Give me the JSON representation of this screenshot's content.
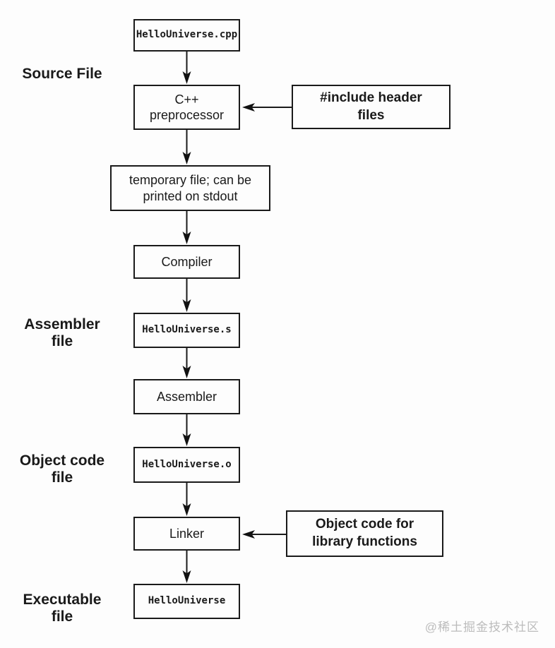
{
  "watermark": "@稀土掘金技术社区",
  "side_labels": {
    "source": "Source File",
    "assembler": "Assembler\nfile",
    "object_code": "Object code\nfile",
    "executable": "Executable\nfile"
  },
  "nodes": {
    "source_file": "HelloUniverse.cpp",
    "preprocessor": "C++\npreprocessor",
    "include_headers": "#include header\nfiles",
    "temp_file": "temporary file; can be\nprinted on stdout",
    "compiler": "Compiler",
    "assembler_output": "HelloUniverse.s",
    "assembler": "Assembler",
    "object_output": "HelloUniverse.o",
    "linker": "Linker",
    "library_objects": "Object code for\nlibrary functions",
    "executable_output": "HelloUniverse"
  }
}
